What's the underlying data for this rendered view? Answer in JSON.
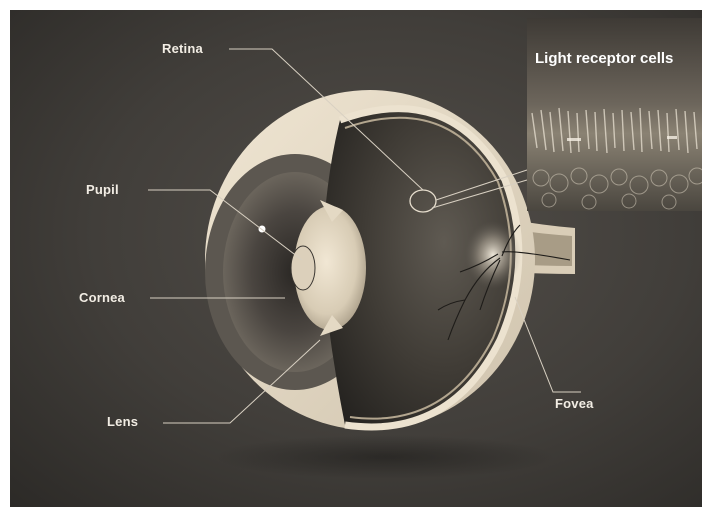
{
  "labels": {
    "retina": "Retina",
    "pupil": "Pupil",
    "cornea": "Cornea",
    "lens": "Lens",
    "fovea": "Fovea"
  },
  "inset": {
    "title": "Light receptor cells"
  },
  "colors": {
    "background": "#413e3a",
    "sclera": "#e8ddc9",
    "label_text": "#f2ede4",
    "leader_line": "#d8d0c2"
  }
}
